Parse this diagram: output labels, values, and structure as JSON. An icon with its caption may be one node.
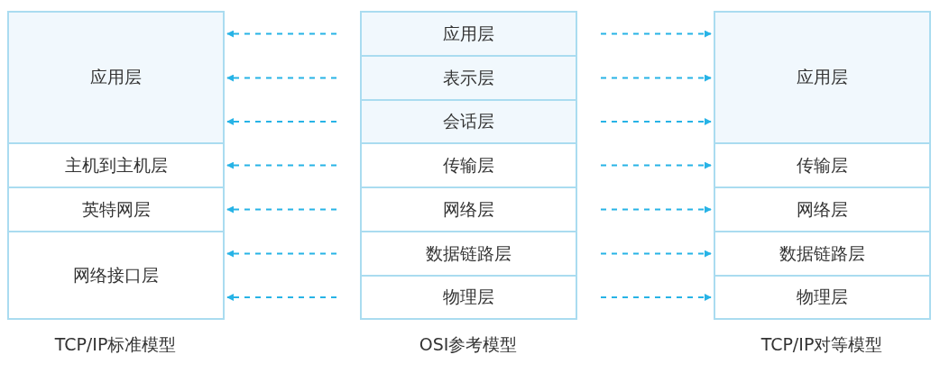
{
  "diagram": {
    "nodes": [
      {
        "text": [
          "应用层"
        ]
      },
      {
        "text": [
          "主机到主机层"
        ]
      },
      {
        "text": [
          "英特网层"
        ]
      },
      {
        "text": [
          "网络接口层"
        ]
      },
      {
        "text": [
          "应用层"
        ]
      },
      {
        "text": [
          "表示层"
        ]
      },
      {
        "text": [
          "会话层"
        ]
      },
      {
        "text": [
          "传输层"
        ]
      },
      {
        "text": [
          "网络层"
        ]
      },
      {
        "text": [
          "数据链路层"
        ]
      },
      {
        "text": [
          "物理层"
        ]
      },
      {
        "text": [
          "应用层"
        ]
      },
      {
        "text": [
          "传输层"
        ]
      },
      {
        "text": [
          "网络层"
        ]
      },
      {
        "text": [
          "数据链路层"
        ]
      },
      {
        "text": [
          "物理层"
        ]
      }
    ],
    "edges": [
      {
        "from": 4,
        "to": 0,
        "arrow": "to",
        "style": "dashed"
      },
      {
        "from": 5,
        "to": 0,
        "arrow": "to",
        "style": "dashed"
      },
      {
        "from": 6,
        "to": 0,
        "arrow": "to",
        "style": "dashed"
      },
      {
        "from": 7,
        "to": 1,
        "arrow": "to",
        "style": "dashed"
      },
      {
        "from": 8,
        "to": 2,
        "arrow": "to",
        "style": "dashed"
      },
      {
        "from": 9,
        "to": 3,
        "arrow": "to",
        "style": "dashed"
      },
      {
        "from": 10,
        "to": 3,
        "arrow": "to",
        "style": "dashed"
      },
      {
        "from": 4,
        "to": 11,
        "arrow": "to",
        "style": "dashed"
      },
      {
        "from": 5,
        "to": 11,
        "arrow": "to",
        "style": "dashed"
      },
      {
        "from": 6,
        "to": 11,
        "arrow": "to",
        "style": "dashed"
      },
      {
        "from": 7,
        "to": 12,
        "arrow": "to",
        "style": "dashed"
      },
      {
        "from": 8,
        "to": 13,
        "arrow": "to",
        "style": "dashed"
      },
      {
        "from": 9,
        "to": 14,
        "arrow": "to",
        "style": "dashed"
      },
      {
        "from": 10,
        "to": 15,
        "arrow": "to",
        "style": "dashed"
      }
    ],
    "labels": [
      "TCP/IP标准模型",
      "OSI参考模型",
      "TCP/IP对等模型"
    ]
  }
}
